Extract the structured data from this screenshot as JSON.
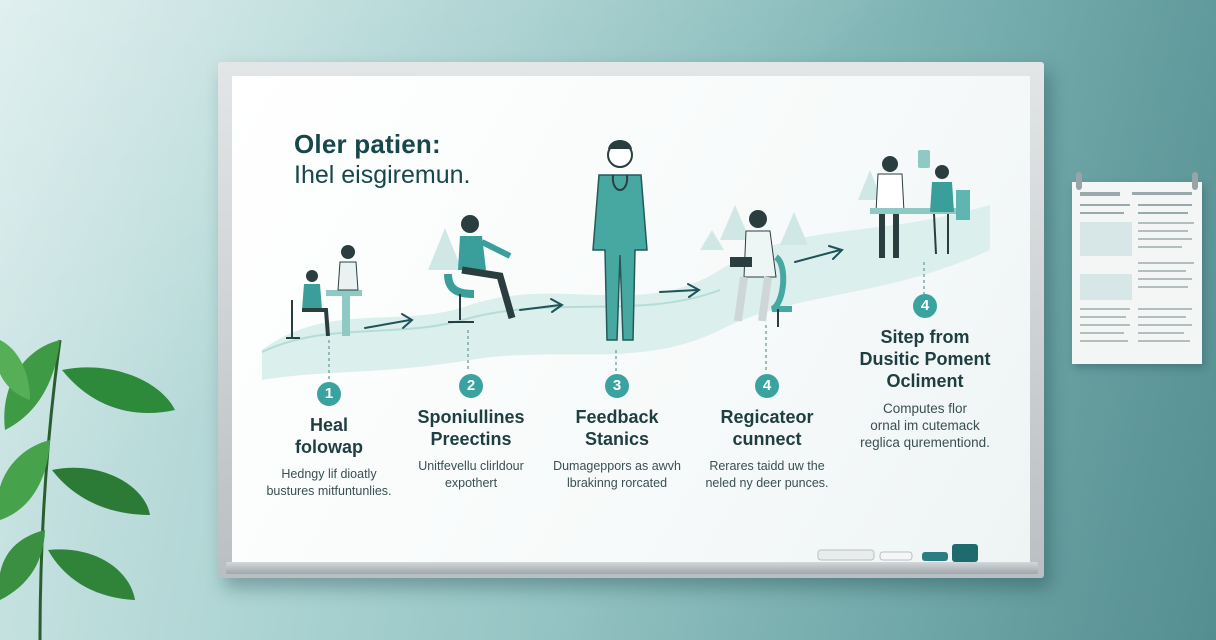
{
  "title": {
    "line1": "Oler patien:",
    "line2": "Ihel eisgiremun."
  },
  "steps": [
    {
      "number": "1",
      "name_line1": "Heal",
      "name_line2": "folowap",
      "desc_line1": "Hedngy lif dioatly",
      "desc_line2": "bustures mitfuntunlies."
    },
    {
      "number": "2",
      "name_line1": "Sponiullines",
      "name_line2": "Preectins",
      "desc_line1": "Unitfevellu clirldour",
      "desc_line2": "expothert"
    },
    {
      "number": "3",
      "name_line1": "Feedback",
      "name_line2": "Stanics",
      "desc_line1": "Dumageppors as awvh",
      "desc_line2": "lbrakinng rorcated"
    },
    {
      "number": "4",
      "name_line1": "Regicateor",
      "name_line2": "cunnect",
      "desc_line1": "Rerares taidd uw the",
      "desc_line2": "neled ny deer punces."
    },
    {
      "number": "4",
      "name_line1": "Sitep from",
      "name_line2": "Dusitic Poment",
      "name_line3": "Ocliment",
      "desc_line1": "Computes flor",
      "desc_line2": "ornal im cutemack",
      "desc_line3": "reglica qurementiond."
    }
  ],
  "colors": {
    "accent": "#3aa39f",
    "dark_teal": "#17474b",
    "wall": "#7fb5b5"
  }
}
